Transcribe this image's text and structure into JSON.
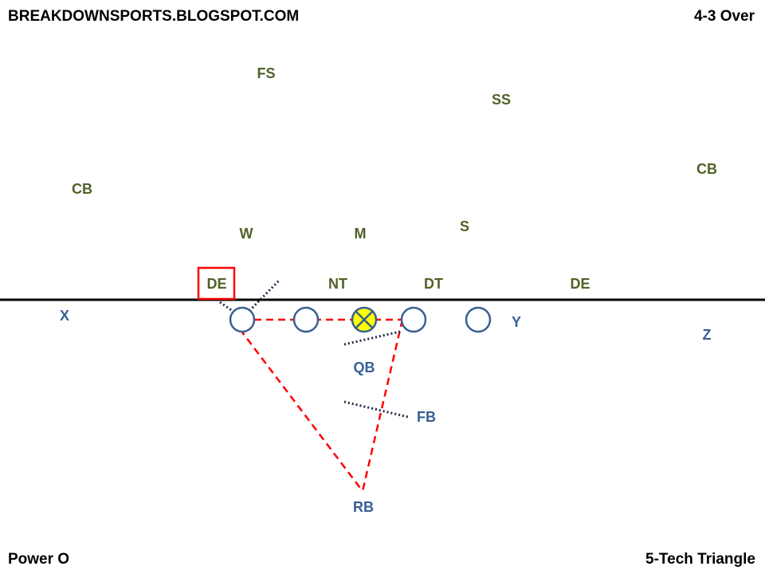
{
  "source": "BREAKDOWNSPORTS.BLOGSPOT.COM",
  "formation": "4-3 Over",
  "play": "Power O",
  "concept": "5-Tech Triangle",
  "colors": {
    "defense": "#4f6228",
    "offense": "#376092",
    "highlight": "#ff0000",
    "ball": "#ffff00",
    "block": "#1f2a44"
  },
  "defense": {
    "fs": "FS",
    "ss": "SS",
    "cb_left": "CB",
    "cb_right": "CB",
    "w": "W",
    "m": "M",
    "s": "S",
    "de_left": "DE",
    "nt": "NT",
    "dt": "DT",
    "de_right": "DE"
  },
  "offense": {
    "x": "X",
    "y": "Y",
    "z": "Z",
    "qb": "QB",
    "fb": "FB",
    "rb": "RB"
  }
}
